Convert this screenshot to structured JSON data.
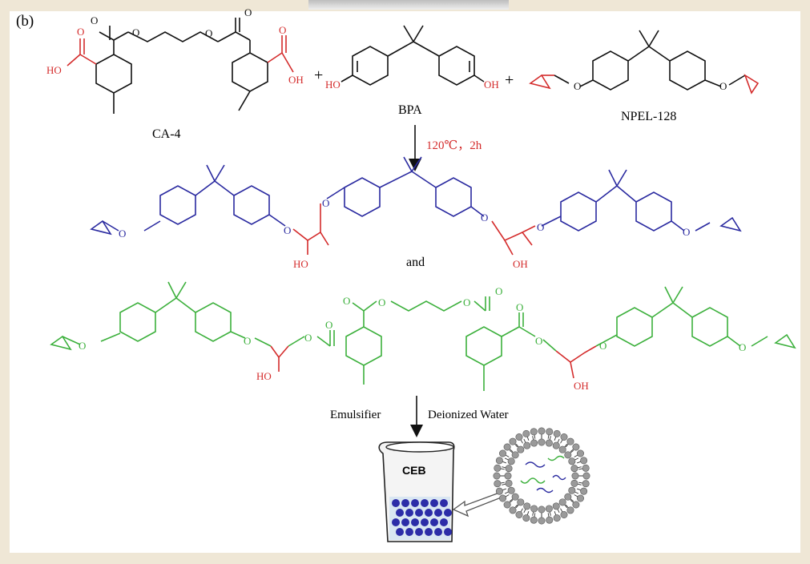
{
  "panel_label": "(b)",
  "reactants": [
    {
      "name": "CA-4"
    },
    {
      "name": "BPA"
    },
    {
      "name": "NPEL-128"
    }
  ],
  "plus_sign": "+",
  "reaction_condition": "120℃，2h",
  "connector_word": "and",
  "step2": {
    "left": "Emulsifier",
    "right": "Deionized Water"
  },
  "atoms": {
    "ho": "HO",
    "oh": "OH",
    "o": "O"
  },
  "beaker_label": "CEB",
  "colors": {
    "red": "#d42c2c",
    "blue": "#2a2aa0",
    "green": "#3cb03c",
    "black": "#111111",
    "particle": "#2c2ca8",
    "micelle_head": "#9a9a9a"
  }
}
